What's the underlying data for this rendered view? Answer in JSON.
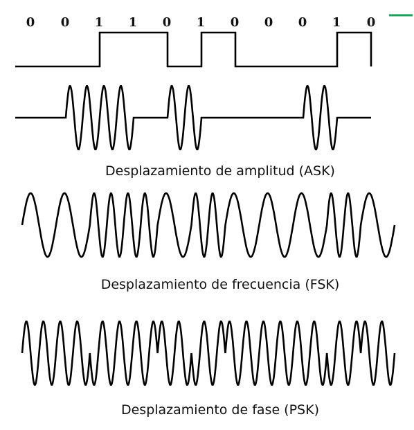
{
  "bits": [
    "0",
    "0",
    "1",
    "1",
    "0",
    "1",
    "0",
    "0",
    "0",
    "1",
    "0"
  ],
  "captions": {
    "ask": "Desplazamiento de amplitud (ASK)",
    "fsk": "Desplazamiento de frecuencia (FSK)",
    "psk": "Desplazamiento de fase (PSK)"
  },
  "colors": {
    "accent": "#1aa05a",
    "line": "#000000",
    "background": "#ffffff"
  }
}
